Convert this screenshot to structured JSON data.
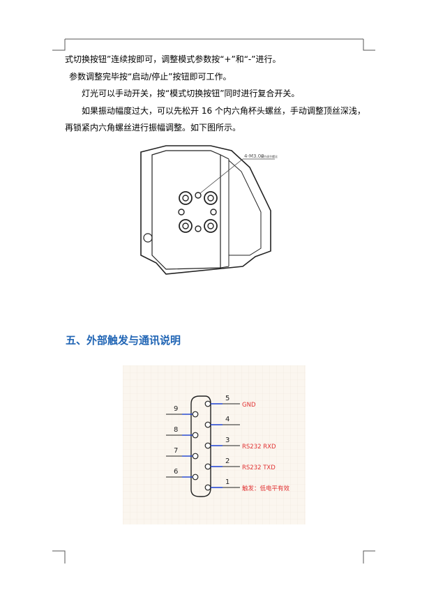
{
  "document": {
    "paragraphs": [
      "式切换按钮”连续按即可，调整模式参数按“+”和“-”进行。",
      "参数调整完毕按“启动/停止”按钮即可工作。",
      "灯光可以手动开关，按“模式切换按钮”同时进行复合开关。",
      "如果振动幅度过大，可以先松开 16 个内六角杯头螺丝，手动调整顶丝深浅，",
      "再锁紧内六角螺丝进行振幅调整。如下图所示。"
    ],
    "heading": "五、外部触发与通讯说明"
  },
  "mechanical_figure": {
    "label": "4-M3.00",
    "label_note": "调节调节螺丝"
  },
  "connector_figure": {
    "pins_right": [
      {
        "num": "5",
        "label": "GND"
      },
      {
        "num": "4",
        "label": ""
      },
      {
        "num": "3",
        "label": "RS232 RXD"
      },
      {
        "num": "2",
        "label": "RS232 TXD"
      },
      {
        "num": "1",
        "label": "触发：低电平有效"
      }
    ],
    "pins_left": [
      {
        "num": "9"
      },
      {
        "num": "8"
      },
      {
        "num": "7"
      },
      {
        "num": "6"
      }
    ],
    "label_color": "#e03030",
    "wire_color": "#1a3fd0"
  }
}
